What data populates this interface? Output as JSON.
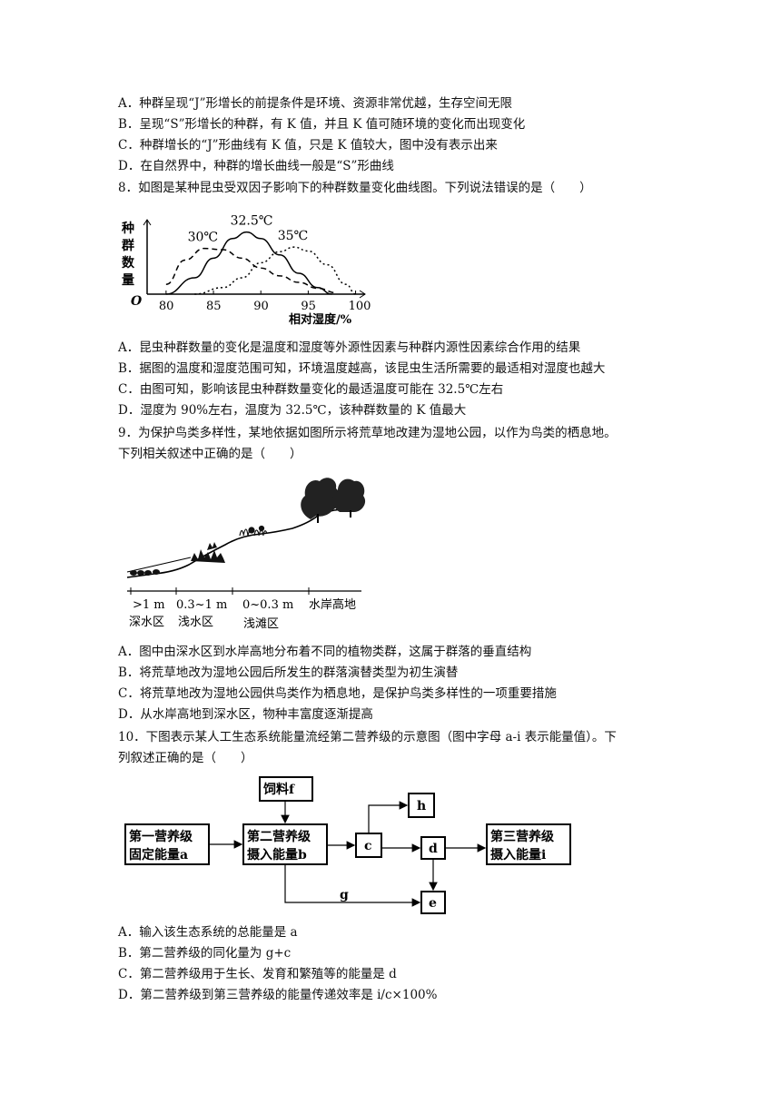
{
  "q7_options": [
    "A．种群呈现“J”形增长的前提条件是环境、资源非常优越，生存空间无限",
    "B．呈现“S”形增长的种群，有 K 值，并且 K 值可随环境的变化而出现变化",
    "C．种群增长的“J”形曲线有 K 值，只是 K 值较大，图中没有表示出来",
    "D．在自然界中，种群的增长曲线一般是“S”形曲线"
  ],
  "q8": {
    "stem": "8．如图是某种昆虫受双因子影响下的种群数量变化曲线图。下列说法错误的是（　　）",
    "options": [
      "A．昆虫种群数量的变化是温度和湿度等外源性因素与种群内源性因素综合作用的结果",
      "B．据图的温度和湿度范围可知，环境温度越高，该昆虫生活所需要的最适相对湿度也越大",
      "C．由图可知，影响该昆虫种群数量变化的最适温度可能在 32.5℃左右",
      "D．湿度为 90%左右，温度为 32.5℃，该种群数量的 K 值最大"
    ]
  },
  "chart_data": {
    "type": "line",
    "ylabel": "种群数量",
    "xlabel": "相对湿度/%",
    "origin_label": "O",
    "x_ticks": [
      "80",
      "85",
      "90",
      "95",
      "100"
    ],
    "xlim": [
      78,
      101
    ],
    "series": [
      {
        "name": "30℃",
        "style": "dashed",
        "x": [
          80,
          82,
          84,
          86,
          88,
          90,
          92,
          94,
          96,
          98
        ],
        "y": [
          0.15,
          0.52,
          0.7,
          0.68,
          0.55,
          0.4,
          0.28,
          0.18,
          0.09,
          0.02
        ]
      },
      {
        "name": "32.5℃",
        "style": "solid",
        "x": [
          80,
          83,
          85,
          87,
          88.5,
          90,
          92,
          94,
          96,
          97.5
        ],
        "y": [
          0,
          0.25,
          0.55,
          0.85,
          0.95,
          0.85,
          0.6,
          0.32,
          0.1,
          0
        ]
      },
      {
        "name": "35℃",
        "style": "dotted",
        "x": [
          83,
          86,
          88,
          90,
          92,
          93.5,
          95,
          97,
          99,
          100
        ],
        "y": [
          0,
          0.1,
          0.25,
          0.48,
          0.65,
          0.72,
          0.66,
          0.45,
          0.15,
          0
        ]
      }
    ]
  },
  "q9": {
    "stem_line1": "9．为保护鸟类多样性，某地依据如图所示将荒草地改建为湿地公园，以作为鸟类的栖息地。",
    "stem_line2": "下列相关叙述中正确的是（　　）",
    "zones": [
      {
        "depth": ">1 m",
        "name": "深水区"
      },
      {
        "depth": "0.3~1 m",
        "name": "浅水区"
      },
      {
        "depth": "0~0.3 m",
        "name": "浅滩区"
      },
      {
        "depth": "",
        "name": "水岸高地"
      }
    ],
    "options": [
      "A．图中由深水区到水岸高地分布着不同的植物类群，这属于群落的垂直结构",
      "B．将荒草地改为湿地公园后所发生的群落演替类型为初生演替",
      "C．将荒草地改为湿地公园供鸟类作为栖息地，是保护鸟类多样性的一项重要措施",
      "D．从水岸高地到深水区，物种丰富度逐渐提高"
    ]
  },
  "q10": {
    "stem_line1": "10．下图表示某人工生态系统能量流经第二营养级的示意图（图中字母 a-i 表示能量值）。下",
    "stem_line2": "列叙述正确的是（　　）",
    "boxes": {
      "feed_1": "饲料f",
      "first_1": "第一营养级",
      "first_2": "固定能量a",
      "second_1": "第二营养级",
      "second_2": "摄入能量b",
      "third_1": "第三营养级",
      "third_2": "摄入能量i",
      "c": "c",
      "d": "d",
      "e": "e",
      "h": "h",
      "g": "g"
    },
    "options": [
      "A．输入该生态系统的总能量是 a",
      "B．第二营养级的同化量为 g+c",
      "C．第二营养级用于生长、发育和繁殖等的能量是 d",
      "D．第二营养级到第三营养级的能量传递效率是 i/c×100%"
    ]
  }
}
